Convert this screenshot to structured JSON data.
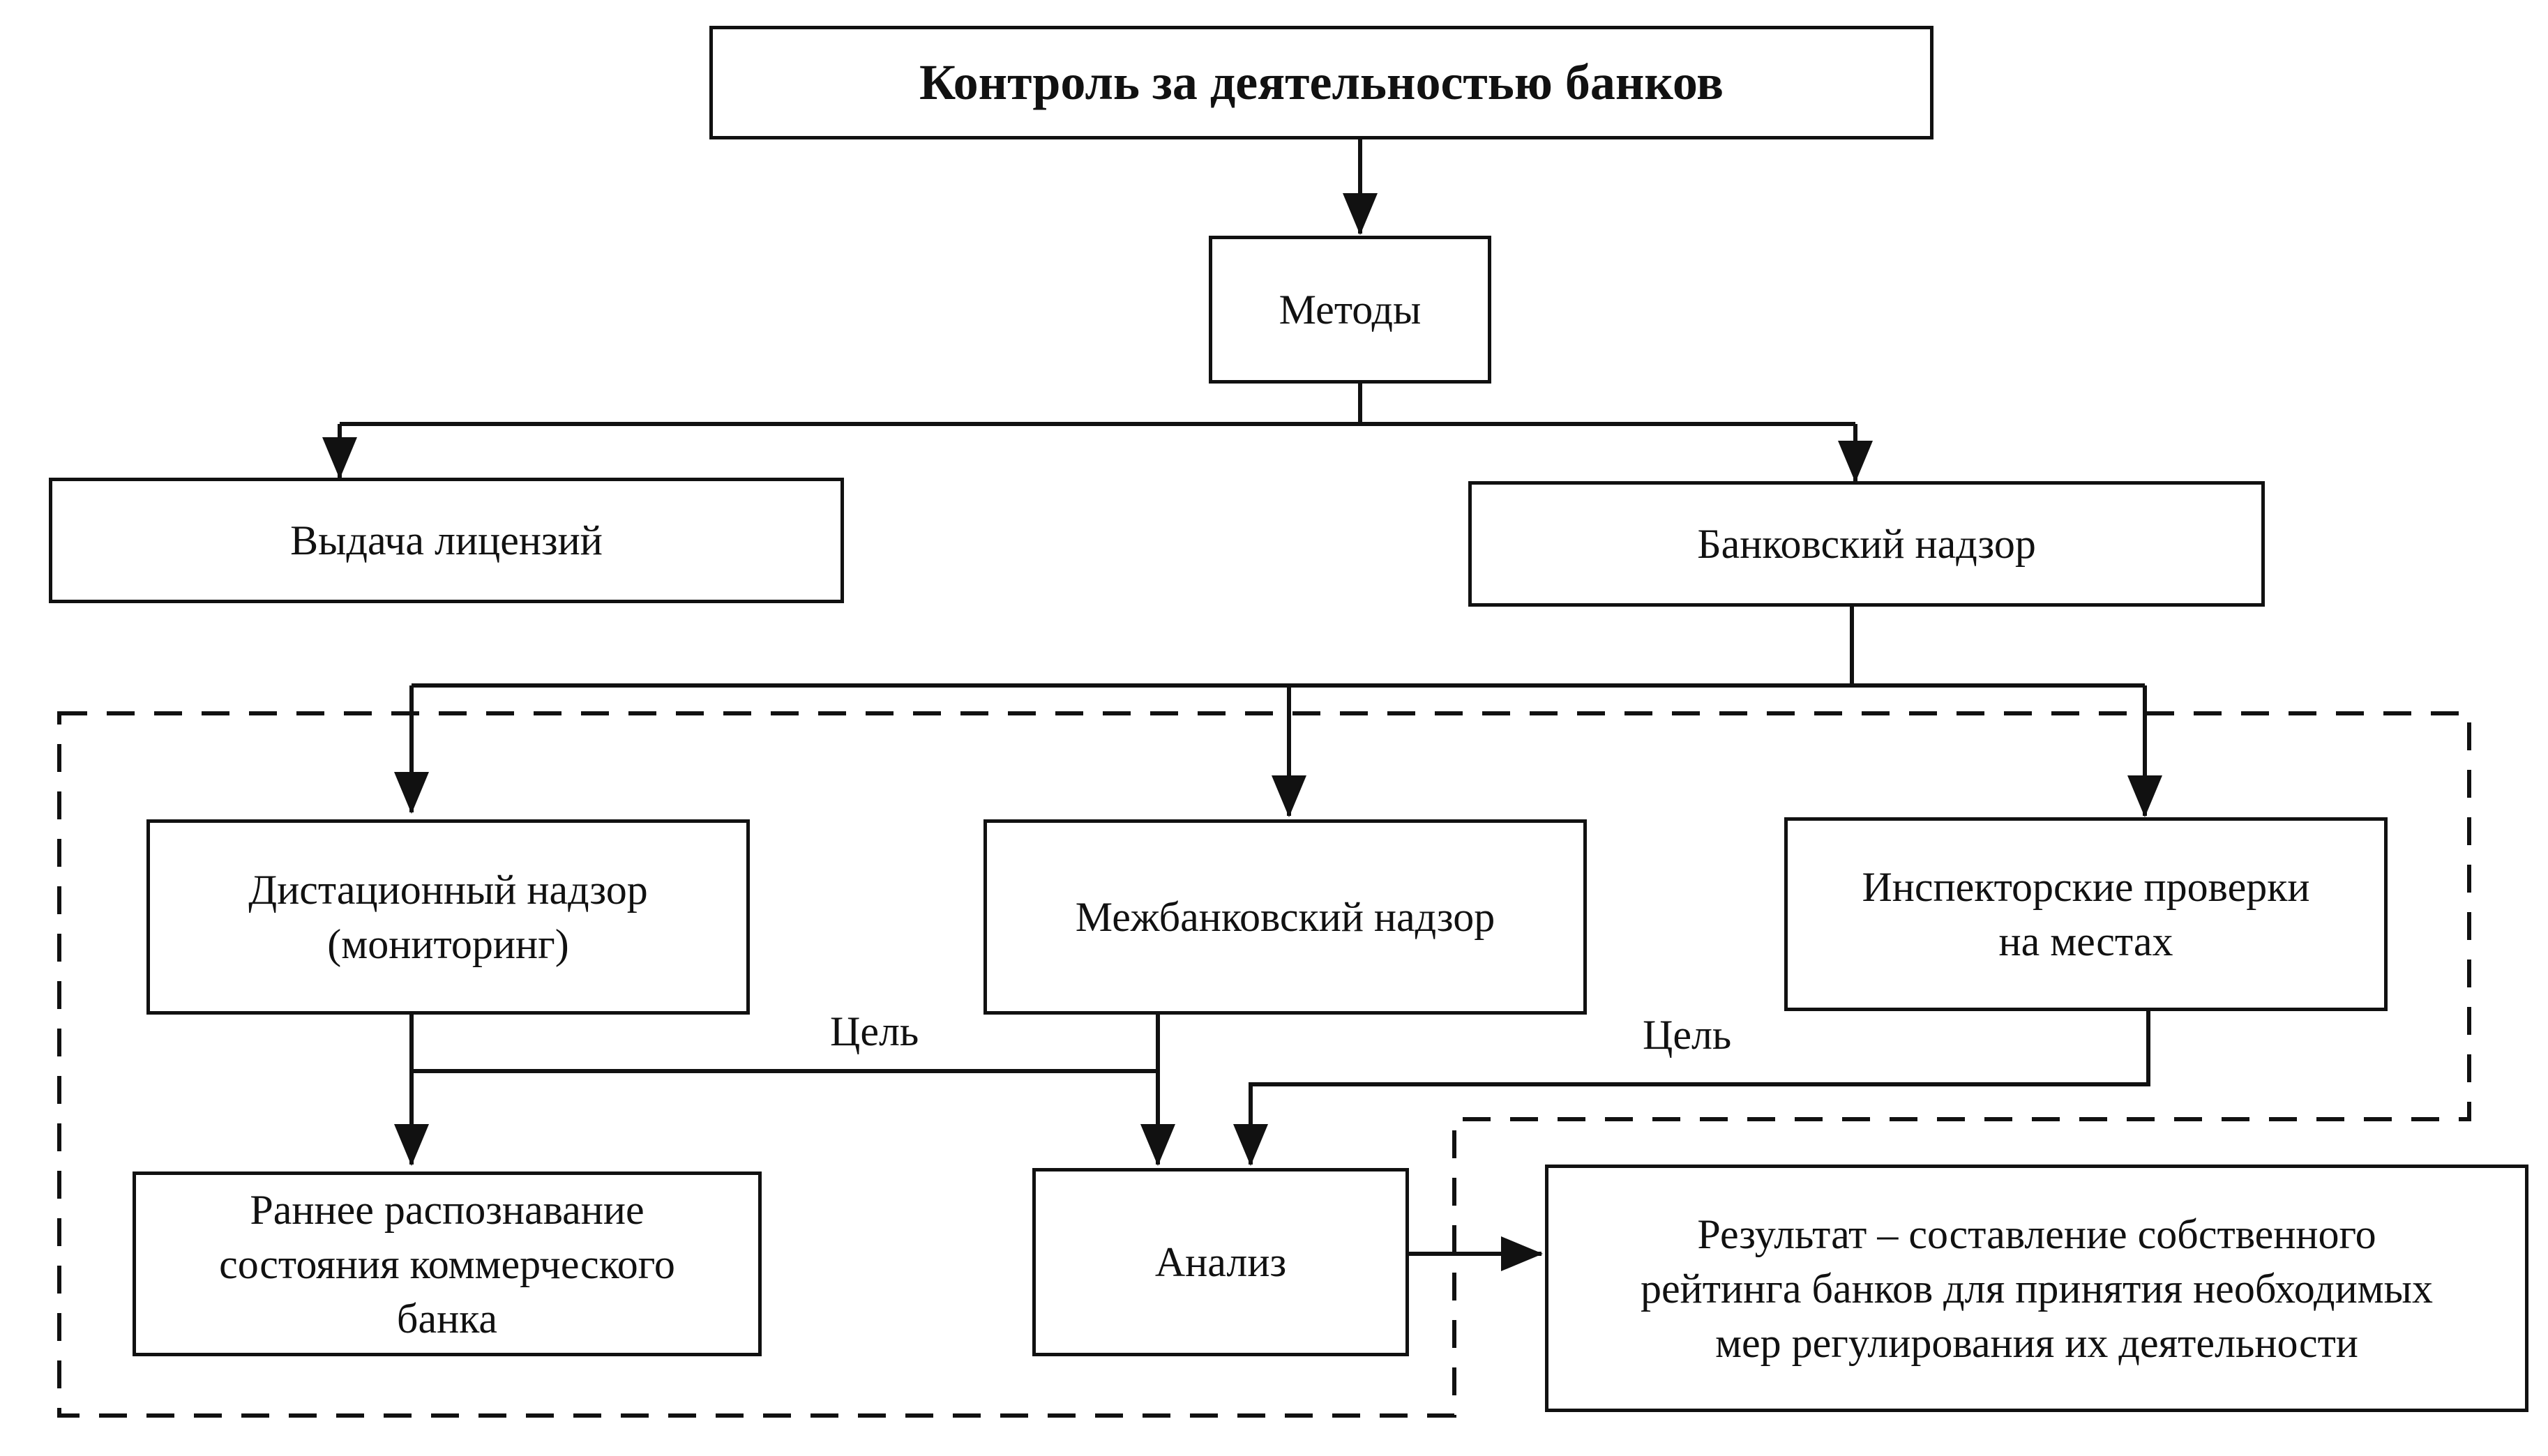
{
  "title": "Контроль за деятельностью банков",
  "nodes": {
    "methods": "Методы",
    "licensing": "Выдача лицензий",
    "banking_supervision": "Банковский надзор",
    "remote_supervision": "Дистационный надзор\n(мониторинг)",
    "interbank_supervision": "Межбанковский надзор",
    "onsite_inspections": "Инспекторские проверки\nна местах",
    "early_recognition": "Раннее распознавание\nсостояния коммерческого\nбанка",
    "analysis": "Анализ",
    "result": "Результат – составление собственного\nрейтинга банков для принятия необходимых\nмер регулирования их деятельности"
  },
  "edge_labels": {
    "goal_left": "Цель",
    "goal_right": "Цель"
  },
  "colors": {
    "stroke": "#111111",
    "background": "#ffffff"
  }
}
